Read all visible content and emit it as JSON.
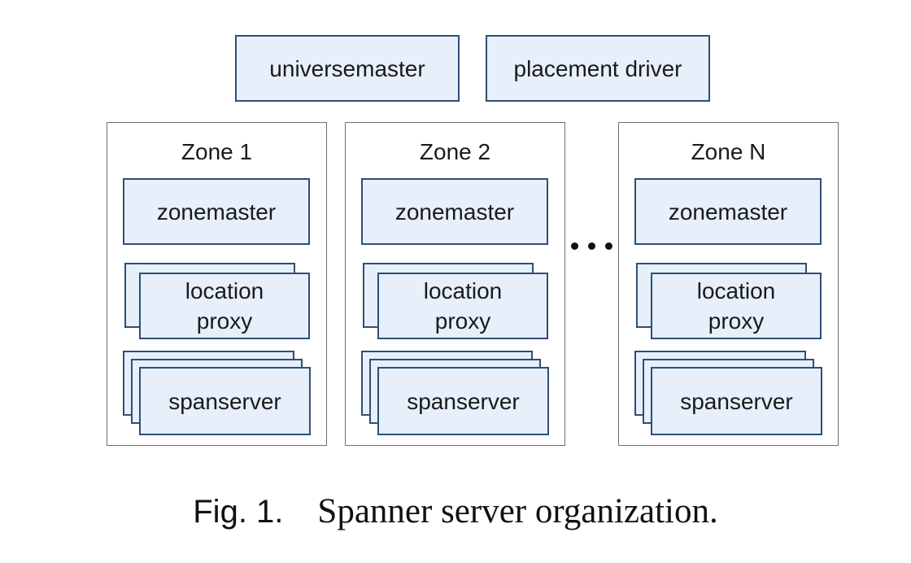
{
  "top_boxes": {
    "universemaster": "universemaster",
    "placement_driver": "placement driver"
  },
  "zones": [
    {
      "title": "Zone 1",
      "zonemaster": "zonemaster",
      "location_proxy": {
        "line1": "location",
        "line2": "proxy"
      },
      "spanserver": "spanserver"
    },
    {
      "title": "Zone 2",
      "zonemaster": "zonemaster",
      "location_proxy": {
        "line1": "location",
        "line2": "proxy"
      },
      "spanserver": "spanserver"
    },
    {
      "title": "Zone N",
      "zonemaster": "zonemaster",
      "location_proxy": {
        "line1": "location",
        "line2": "proxy"
      },
      "spanserver": "spanserver"
    }
  ],
  "caption": {
    "label": "Fig. 1.",
    "text": "Spanner server organization."
  },
  "colors": {
    "box_fill": "#e6effa",
    "box_border": "#2f4f74",
    "zone_border": "#6e6e6e"
  }
}
